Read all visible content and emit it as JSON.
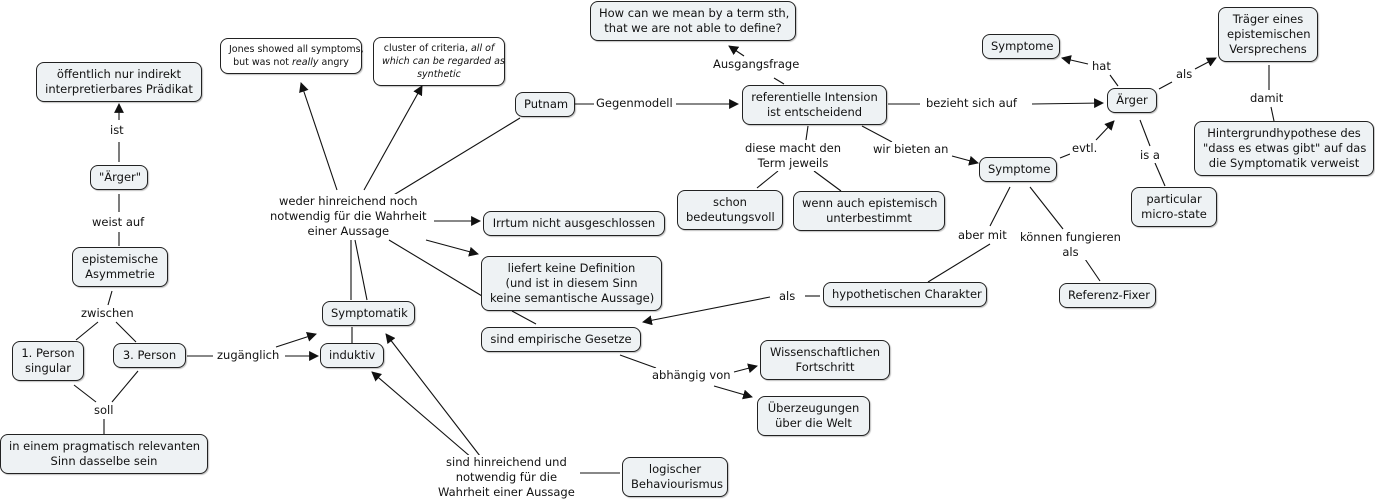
{
  "nodes": {
    "oeffentlich": [
      "öffentlich nur indirekt",
      "interpretierbares Prädikat"
    ],
    "aerger_quote": [
      "\"Ärger\""
    ],
    "epist_asym": [
      "epistemische",
      "Asymmetrie"
    ],
    "person1": [
      "1. Person",
      "singular"
    ],
    "person3": [
      "3. Person"
    ],
    "pragmatisch": [
      "in einem pragmatisch relevanten",
      "Sinn dasselbe sein"
    ],
    "jones": [
      "Jones showed all symptoms,",
      "but was not really angry"
    ],
    "cluster": [
      "cluster of criteria, all of",
      "which can be regarded as",
      "synthetic"
    ],
    "putnam": [
      "Putnam"
    ],
    "symptomatik": [
      "Symptomatik"
    ],
    "induktiv": [
      "induktiv"
    ],
    "irrtum": [
      "Irrtum nicht ausgeschlossen"
    ],
    "liefert": [
      "liefert keine Definition",
      "(und ist in diesem Sinn",
      "keine semantische Aussage)"
    ],
    "empirisch": [
      "sind empirische Gesetze"
    ],
    "logisch": [
      "logischer",
      "Behaviourismus"
    ],
    "howcan": [
      "How can we mean by a term sth,",
      "that we are not able to define?"
    ],
    "referentielle": [
      "referentielle Intension",
      "ist entscheidend"
    ],
    "schon": [
      "schon",
      "bedeutungsvoll"
    ],
    "wenn": [
      "wenn auch epistemisch",
      "unterbestimmt"
    ],
    "symptome_mid": [
      "Symptome"
    ],
    "hypothetisch": [
      "hypothetischen Charakter"
    ],
    "referenz": [
      "Referenz-Fixer"
    ],
    "wissenschaft": [
      "Wissenschaftlichen",
      "Fortschritt"
    ],
    "ueberzeugungen": [
      "Überzeugungen",
      "über die Welt"
    ],
    "symptome_top": [
      "Symptome"
    ],
    "aerger": [
      "Ärger"
    ],
    "traeger": [
      "Träger eines",
      "epistemischen",
      "Versprechens"
    ],
    "hintergrund": [
      "Hintergrundhypothese des",
      "\"dass es etwas gibt\" auf das",
      "die Symptomatik verweist"
    ],
    "particular": [
      "particular",
      "micro-state"
    ]
  },
  "labels": {
    "ist": [
      "ist"
    ],
    "weist_auf": [
      "weist auf"
    ],
    "zwischen": [
      "zwischen"
    ],
    "soll": [
      "soll"
    ],
    "zugaenglich": [
      "zugänglich"
    ],
    "weder": [
      "weder hinreichend noch",
      "notwendig für die Wahrheit",
      "einer Aussage"
    ],
    "sind_hinreichend": [
      "sind hinreichend und",
      "notwendig für die",
      "Wahrheit einer Aussage"
    ],
    "gegenmodell": [
      "Gegenmodell"
    ],
    "ausgangsfrage": [
      "Ausgangsfrage"
    ],
    "diese_macht": [
      "diese macht den",
      "Term jeweils"
    ],
    "wir_bieten": [
      "wir bieten an"
    ],
    "bezieht": [
      "bezieht sich auf"
    ],
    "evtl": [
      "evtl."
    ],
    "hat": [
      "hat"
    ],
    "als_traeger": [
      "als"
    ],
    "damit": [
      "damit"
    ],
    "is_a": [
      "is a"
    ],
    "aber_mit": [
      "aber mit"
    ],
    "koennen": [
      "können fungieren",
      "als"
    ],
    "als_hypo": [
      "als"
    ],
    "abhaengig": [
      "abhängig von"
    ]
  },
  "colors": {
    "node_fill": "#eef2f4",
    "note_fill": "#ffffff",
    "border": "#222222",
    "edge": "#111111"
  }
}
